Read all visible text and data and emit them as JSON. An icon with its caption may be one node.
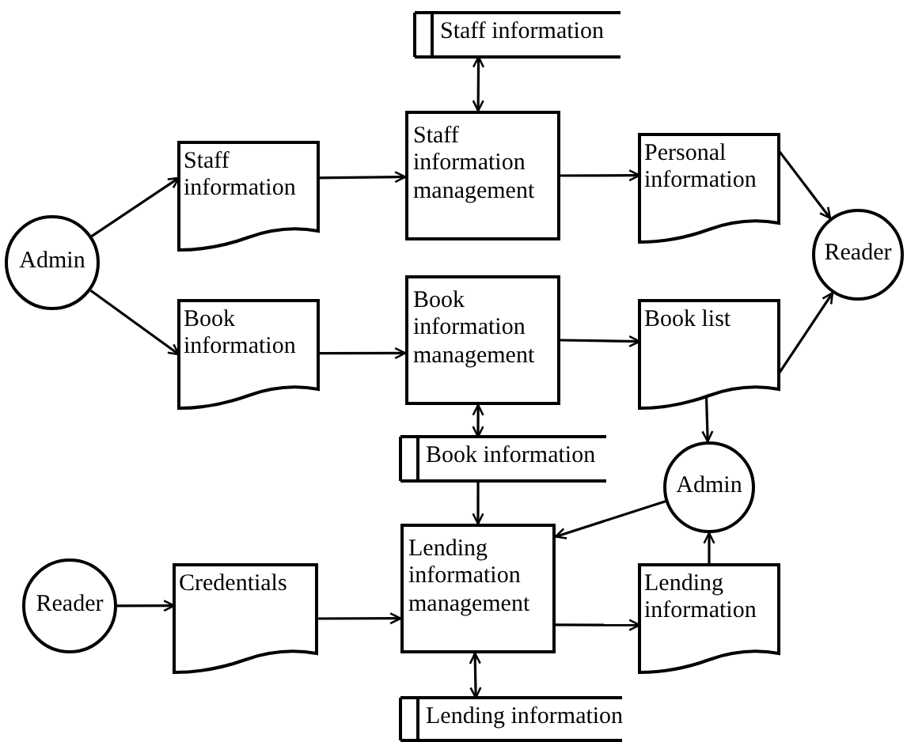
{
  "diagram": {
    "nodes": [
      {
        "text": [
          "Staff information"
        ]
      },
      {
        "text": [
          "Admin"
        ]
      },
      {
        "text": [
          "Staff information"
        ]
      },
      {
        "text": [
          "Staff information management"
        ]
      },
      {
        "text": [
          "Personal information"
        ]
      },
      {
        "text": [
          "Reader"
        ]
      },
      {
        "text": [
          "Book information"
        ]
      },
      {
        "text": [
          "Book information management"
        ]
      },
      {
        "text": [
          "Book list"
        ]
      },
      {
        "text": [
          "Book information"
        ]
      },
      {
        "text": [
          "Admin"
        ]
      },
      {
        "text": [
          "Reader"
        ]
      },
      {
        "text": [
          "Credentials"
        ]
      },
      {
        "text": [
          "Lending information management"
        ]
      },
      {
        "text": [
          "Lending information"
        ]
      },
      {
        "text": [
          "Lending information"
        ]
      }
    ],
    "edges": [
      {
        "from": 1,
        "to": 2,
        "arrow": "to"
      },
      {
        "from": 1,
        "to": 6,
        "arrow": "to"
      },
      {
        "from": 2,
        "to": 3,
        "arrow": "to"
      },
      {
        "from": 6,
        "to": 7,
        "arrow": "to"
      },
      {
        "from": 0,
        "to": 3,
        "arrow": "both"
      },
      {
        "from": 3,
        "to": 4,
        "arrow": "to"
      },
      {
        "from": 4,
        "to": 5,
        "arrow": "to"
      },
      {
        "from": 8,
        "to": 5,
        "arrow": "to"
      },
      {
        "from": 7,
        "to": 8,
        "arrow": "to"
      },
      {
        "from": 7,
        "to": 9,
        "arrow": "both"
      },
      {
        "from": 9,
        "to": 13,
        "arrow": "to"
      },
      {
        "from": 8,
        "to": 10,
        "arrow": "to"
      },
      {
        "from": 10,
        "to": 13,
        "arrow": "to"
      },
      {
        "from": 14,
        "to": 10,
        "arrow": "to"
      },
      {
        "from": 11,
        "to": 12,
        "arrow": "to"
      },
      {
        "from": 12,
        "to": 13,
        "arrow": "to"
      },
      {
        "from": 13,
        "to": 14,
        "arrow": "to"
      },
      {
        "from": 13,
        "to": 15,
        "arrow": "both"
      }
    ]
  }
}
